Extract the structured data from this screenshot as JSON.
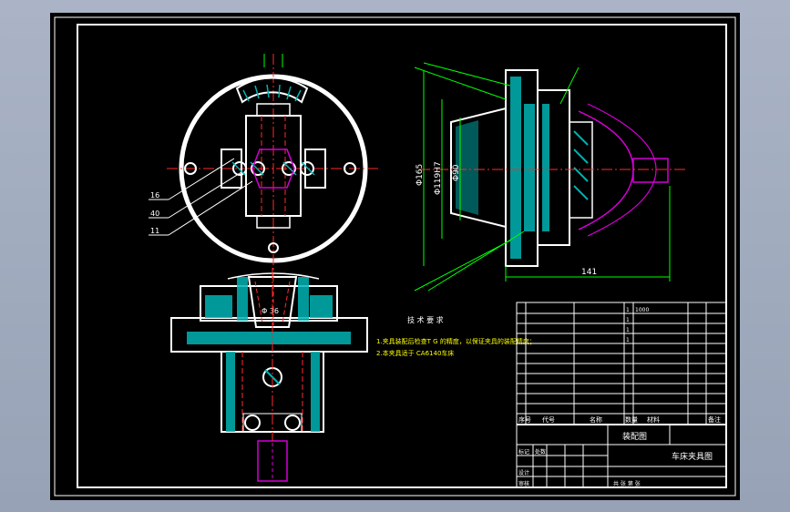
{
  "colors": {
    "background": "#000000",
    "frame": "#ffffff",
    "hatch": "#00b3b3",
    "center_line": "#ff2a2a",
    "dimension": "#00ff00",
    "workpiece": "#d400d4",
    "text": "#ffffff",
    "note_text": "#ffff00"
  },
  "drawing": {
    "leaders_left": [
      "16",
      "40",
      "11"
    ],
    "dim_phi165": "Φ165",
    "dim_phi119": "Φ119H7",
    "dim_phi90": "Φ90",
    "dim_phi36": "Φ 36",
    "dim_141": "141",
    "notes_title": "技 术 要 求",
    "note_1": "1.夹具装配后检查T G 的精度，以保证夹具的装配精度；",
    "note_2": "2.本夹具适于 CA6140车床"
  },
  "title_block": {
    "drawing_name": "装配图",
    "fixture_name": "车床夹具图",
    "header_cols": [
      "序号",
      "代号",
      "名称",
      "数量",
      "材料",
      "备注"
    ],
    "row_qty_1": "1",
    "row_qty_2": "1",
    "row_qty_3": "1",
    "row_qty_4": "1",
    "remark": "1000",
    "sign_label_1": "标记",
    "sign_label_2": "处数",
    "sign_label_3": "设计",
    "sign_label_4": "审核",
    "scale_label": "共 张 第 张"
  }
}
